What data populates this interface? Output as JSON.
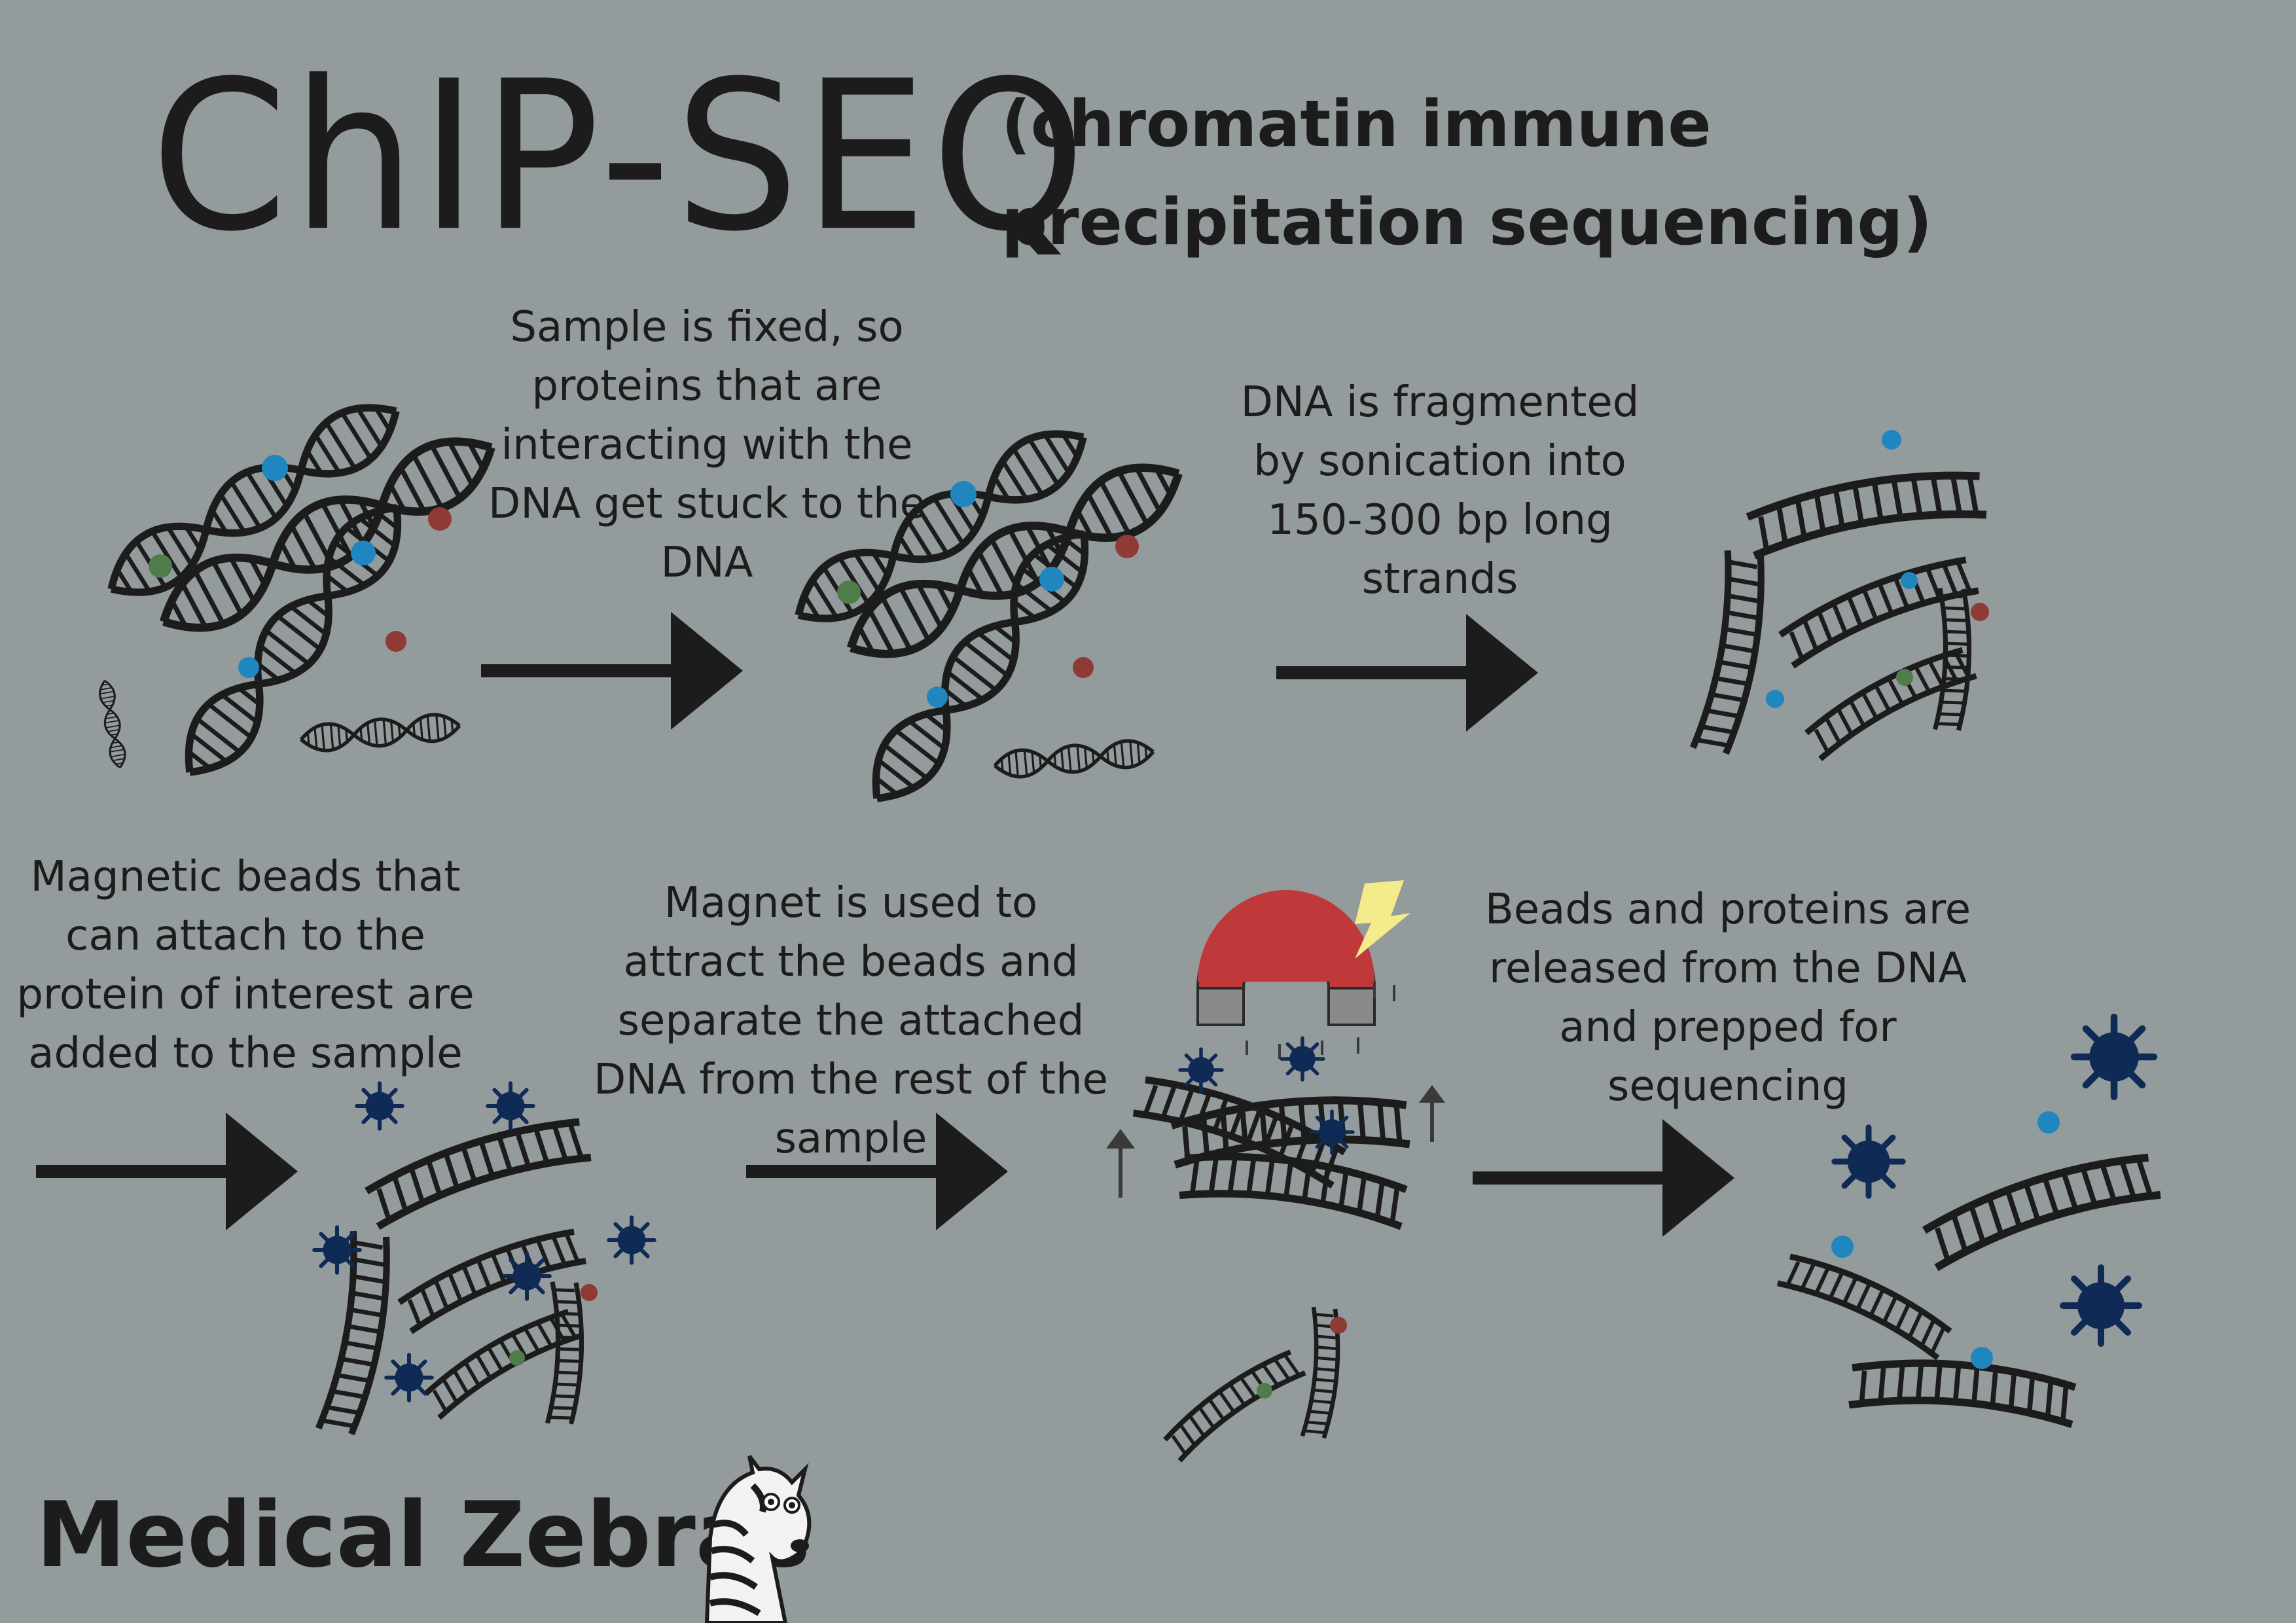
{
  "title": "ChIP-SEQ",
  "subtitle": "(chromatin immune precipitation sequencing)",
  "steps": [
    {
      "caption": "Sample is fixed, so proteins that are interacting with the DNA get stuck to the DNA"
    },
    {
      "caption": "DNA is fragmented by sonication into 150-300 bp long strands"
    },
    {
      "caption": "Magnetic beads that can attach to the protein of interest are added to the sample"
    },
    {
      "caption": "Magnet is used to attract the beads and separate the attached DNA from the rest of the sample"
    },
    {
      "caption": "Beads and proteins are released from the DNA and prepped for sequencing"
    }
  ],
  "brand": "Medical Zebras",
  "colors": {
    "background": "#939b9c",
    "ink": "#1c1c1c",
    "protein_blue": "#1f86c0",
    "protein_green": "#4f7d4a",
    "protein_red": "#8e3b35",
    "bead_navy": "#0f2a55",
    "magnet_red": "#c0393a",
    "lightning": "#f4ec8a"
  },
  "icons": [
    "dna-helix-icon",
    "arrow-right-icon",
    "magnetic-bead-icon",
    "magnet-icon",
    "lightning-icon",
    "zebra-icon"
  ]
}
